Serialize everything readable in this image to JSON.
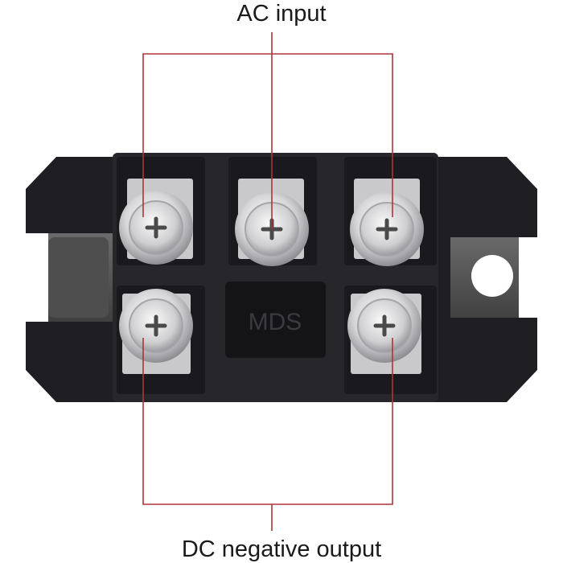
{
  "labels": {
    "top": "AC input",
    "bottom": "DC negative output",
    "module_marking": "MDS"
  },
  "colors": {
    "background": "#ffffff",
    "callout_line": "#b0323a",
    "module_body": "#1c1c20",
    "module_face": "#26262b",
    "terminal_metal": "#d9d9db",
    "baseplate": "#5a5a5a"
  },
  "icons": {
    "terminal_screw": "phillips-screw-icon",
    "mounting_hole": "mounting-hole-icon"
  }
}
